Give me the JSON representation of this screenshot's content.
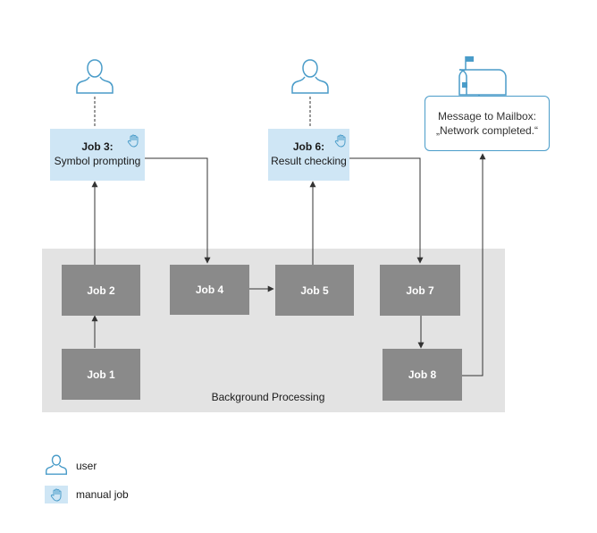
{
  "background": {
    "label": "Background Processing"
  },
  "jobs": {
    "job1": "Job 1",
    "job2": "Job 2",
    "job4": "Job 4",
    "job5": "Job 5",
    "job7": "Job 7",
    "job8": "Job 8"
  },
  "manual_jobs": {
    "job3": {
      "title": "Job 3:",
      "subtitle": "Symbol prompting"
    },
    "job6": {
      "title": "Job 6:",
      "subtitle": "Result checking"
    }
  },
  "message": {
    "line1": "Message to Mailbox:",
    "line2": "„Network  completed.“"
  },
  "legend": {
    "user": "user",
    "manual": "manual job"
  },
  "colors": {
    "job": "#8a8a8a",
    "manual": "#cfe6f5",
    "icon": "#4a9cc9",
    "area": "#e3e3e3",
    "line": "#333333"
  }
}
